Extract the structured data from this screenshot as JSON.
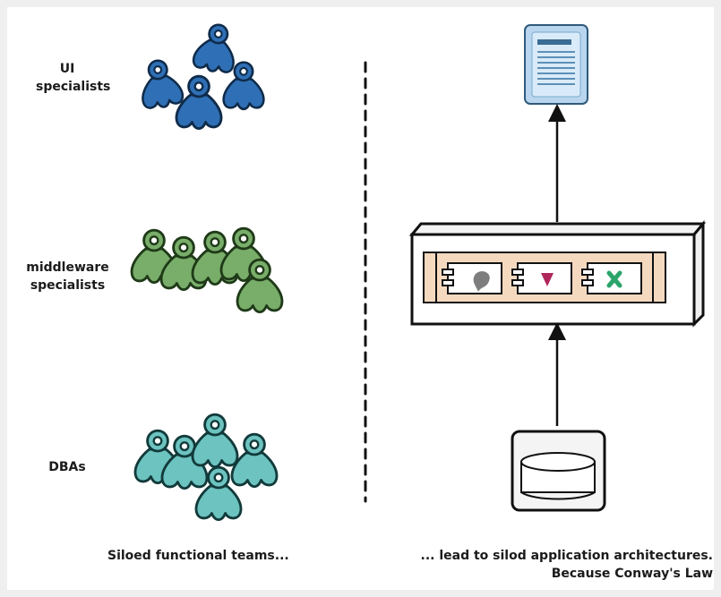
{
  "groups": {
    "ui": {
      "label_line1": "UI",
      "label_line2": "specialists",
      "color": "#2f6fb5",
      "stroke": "#0f2b4a"
    },
    "middleware": {
      "label_line1": "middleware",
      "label_line2": "specialists",
      "color": "#79ad6a",
      "stroke": "#1f3a18"
    },
    "dba": {
      "label_line1": "DBAs",
      "color": "#6cc3c0",
      "stroke": "#123a3a"
    }
  },
  "captions": {
    "left": "Siloed functional teams...",
    "right_line1": "... lead to silod application architectures.",
    "right_line2": "Because Conway's Law"
  },
  "architecture": {
    "layer_fill": "#f5d9bf",
    "component_colors": [
      "#7d7d7d",
      "#b0265a",
      "#2aa46a"
    ]
  }
}
